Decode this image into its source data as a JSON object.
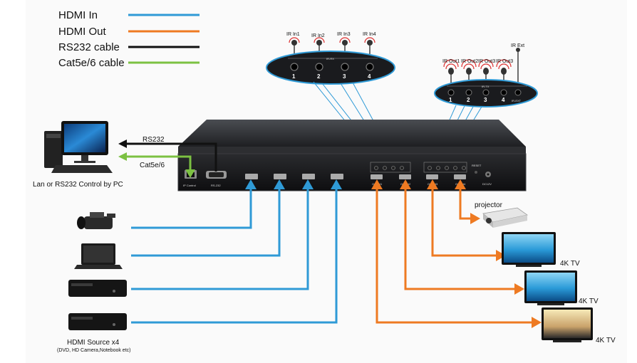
{
  "colors": {
    "hdmi_in": "#2f9ad6",
    "hdmi_out": "#ee7a22",
    "rs232": "#111111",
    "cat": "#7cc142"
  },
  "legend": {
    "hdmi_in": "HDMI In",
    "hdmi_out": "HDMI Out",
    "rs232": "RS232 cable",
    "cat": "Cat5e/6 cable"
  },
  "ir_rx": {
    "title": "IR-RX",
    "sensors": [
      "IR In1",
      "IR In2",
      "IR In3",
      "IR In4"
    ],
    "ports": [
      "1",
      "2",
      "3",
      "4"
    ]
  },
  "ir_tx": {
    "title": "IR-TX",
    "emitters": [
      "IR Out1",
      "IR Out2",
      "IR Out3",
      "IR Out3"
    ],
    "ext_label": "IR Ext",
    "ports": [
      "1",
      "2",
      "3",
      "4"
    ],
    "ext_port": "IR-EXT"
  },
  "pc": {
    "rs232_label": "RS232",
    "cat_label": "Cat5e/6",
    "caption": "Lan or RS232 Control by PC"
  },
  "device": {
    "ip_control": "IP Control",
    "rs232_port": "RS-232",
    "outputs": [
      "Output1",
      "Output2",
      "Output3",
      "Output4"
    ],
    "power": "DC12V",
    "reset": "RESET"
  },
  "sources": {
    "caption": "HDMI Source x4",
    "subcaption": "(DVD, HD Camera,Notebook etc)"
  },
  "displays": {
    "projector": "projector",
    "tv": [
      "4K TV",
      "4K TV",
      "4K TV"
    ]
  }
}
